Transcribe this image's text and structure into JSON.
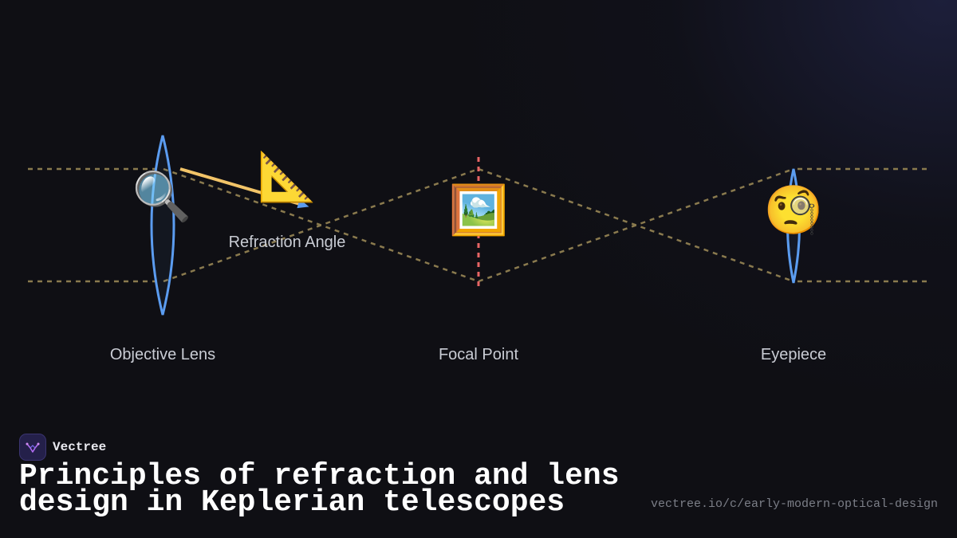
{
  "diagram": {
    "labels": {
      "objective_lens": "Objective Lens",
      "refraction_angle": "Refraction Angle",
      "focal_point": "Focal Point",
      "eyepiece": "Eyepiece"
    },
    "icons": {
      "objective": "magnifying-glass-icon",
      "protractor": "triangular-ruler-icon",
      "focal_image": "framed-picture-icon",
      "eyepiece": "monocle-face-icon"
    },
    "emoji": {
      "objective": "🔍",
      "protractor": "📐",
      "focal_image": "🖼️",
      "eyepiece": "🧐"
    },
    "colors": {
      "lens": "#5b9cf0",
      "ray": "#8a7a4e",
      "focal_line": "#e86565",
      "refraction_arrow": "#f2c468",
      "arrow_head": "#5b9cf0"
    }
  },
  "footer": {
    "brand": "Vectree",
    "title": "Principles of refraction and lens design in Keplerian telescopes",
    "url": "vectree.io/c/early-modern-optical-design"
  }
}
